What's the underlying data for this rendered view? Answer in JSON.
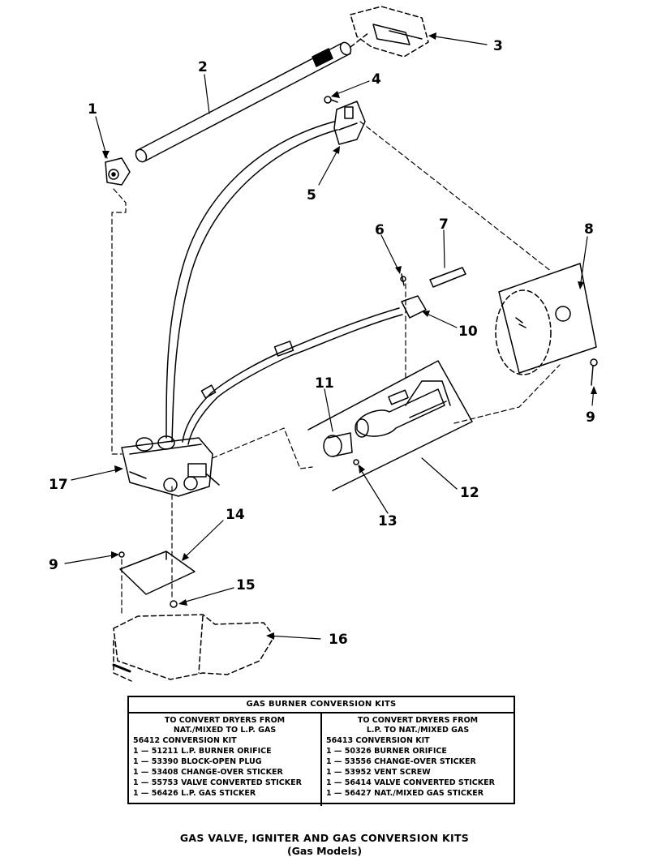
{
  "callouts": [
    "1",
    "2",
    "3",
    "4",
    "5",
    "6",
    "7",
    "8",
    "9",
    "10",
    "11",
    "12",
    "13",
    "14",
    "15",
    "16",
    "17",
    "9"
  ],
  "table": {
    "header": "GAS BURNER CONVERSION KITS",
    "left": {
      "heading_1": "TO CONVERT DRYERS FROM",
      "heading_2": "NAT./MIXED TO L.P. GAS",
      "kit": "56412 CONVERSION KIT",
      "items": [
        "1 — 51211 L.P. BURNER ORIFICE",
        "1 — 53390 BLOCK-OPEN PLUG",
        "1 — 53408 CHANGE-OVER STICKER",
        "1 — 55753 VALVE CONVERTED STICKER",
        "1 — 56426 L.P. GAS STICKER"
      ]
    },
    "right": {
      "heading_1": "TO CONVERT DRYERS FROM",
      "heading_2": "L.P. TO NAT./MIXED GAS",
      "kit": "56413 CONVERSION KIT",
      "items": [
        "1 — 50326 BURNER ORIFICE",
        "1 — 53556 CHANGE-OVER STICKER",
        "1 — 53952 VENT SCREW",
        "1 — 56414 VALVE CONVERTED STICKER",
        "1 — 56427 NAT./MIXED GAS STICKER"
      ]
    }
  },
  "title": "GAS VALVE, IGNITER AND GAS CONVERSION KITS",
  "subtitle": "(Gas Models)"
}
